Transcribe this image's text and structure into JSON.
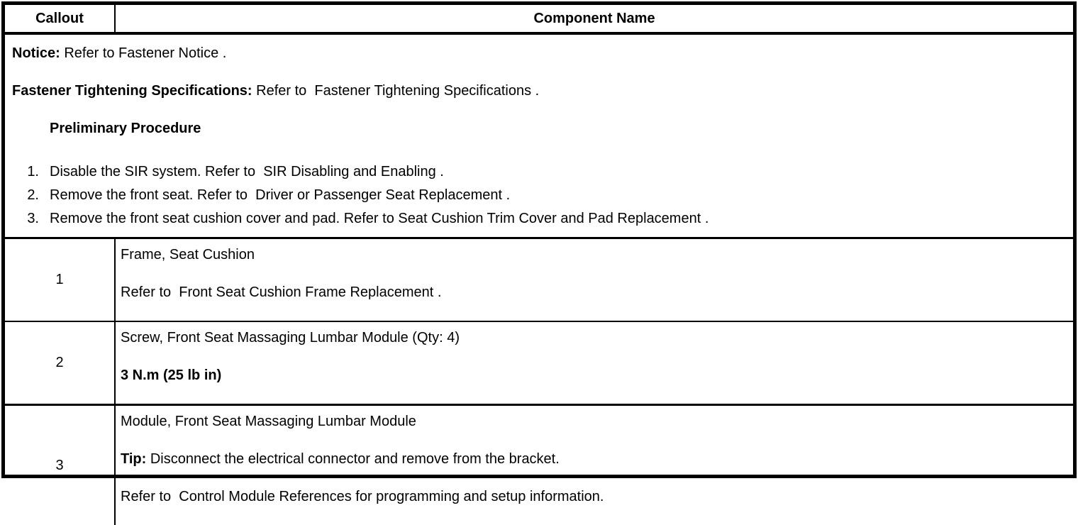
{
  "header": {
    "callout": "Callout",
    "component_name": "Component Name"
  },
  "notice": {
    "notice_label": "Notice:",
    "notice_text": " Refer to Fastener Notice .",
    "fastener_label": "Fastener Tightening Specifications:",
    "fastener_text": " Refer to  Fastener Tightening Specifications .",
    "preliminary_title": "Preliminary Procedure",
    "steps": [
      {
        "num": "1.",
        "text": "Disable the SIR system. Refer to  SIR Disabling and Enabling ."
      },
      {
        "num": "2.",
        "text": "Remove the front seat. Refer to  Driver or Passenger Seat Replacement ."
      },
      {
        "num": "3.",
        "text": "Remove the front seat cushion cover and pad. Refer to Seat Cushion Trim Cover and Pad Replacement ."
      }
    ]
  },
  "rows": [
    {
      "callout": "1",
      "lines": [
        {
          "prefix": "",
          "text": "Frame, Seat Cushion"
        },
        {
          "prefix": "",
          "text": "Refer to  Front Seat Cushion Frame Replacement ."
        }
      ]
    },
    {
      "callout": "2",
      "lines": [
        {
          "prefix": "",
          "text": "Screw, Front Seat Massaging Lumbar Module (Qty: 4)"
        },
        {
          "prefix": "",
          "text": "3 N.m (25 lb in)"
        }
      ]
    },
    {
      "callout": "3",
      "lines": [
        {
          "prefix": "",
          "text": "Module, Front Seat Massaging Lumbar Module"
        },
        {
          "prefix": "Tip:",
          "text": " Disconnect the electrical connector and remove from the bracket."
        },
        {
          "prefix": "",
          "text": "Refer to  Control Module References for programming and setup information."
        }
      ]
    }
  ],
  "colors": {
    "border": "#000000",
    "background": "#ffffff",
    "text": "#000000"
  }
}
